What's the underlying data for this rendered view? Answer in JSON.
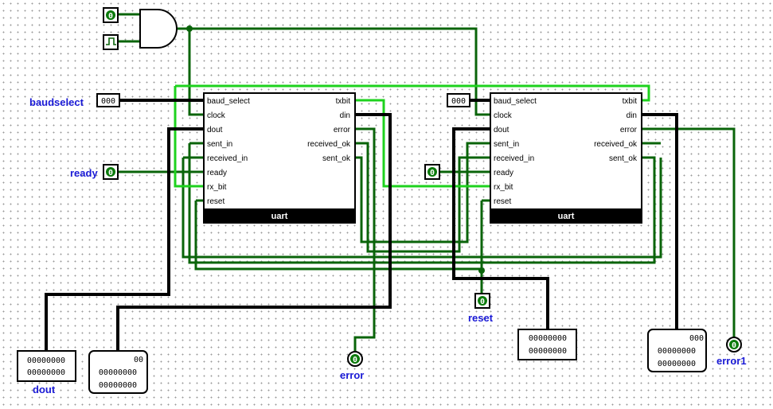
{
  "colors": {
    "wire_low": "#0a640a",
    "wire_high": "#1ed21e",
    "bus": "#000000",
    "label": "#1a1ad6",
    "pin_fill": "#0a7a0a"
  },
  "labels": {
    "baudselect": "baudselect",
    "ready": "ready",
    "reset": "reset",
    "error": "error",
    "error1": "error1",
    "dout": "dout"
  },
  "inputs": {
    "and_in_top": "0",
    "ready_left": "0",
    "ready_right": "0",
    "reset": "0",
    "baud_left": "000",
    "baud_right": "000"
  },
  "outputs": {
    "error": "0",
    "error1": "0",
    "dout_row1": "00000000",
    "dout_row2": "00000000",
    "din_left_row1": "00",
    "din_left_row2": "00000000",
    "din_left_row3": "00000000",
    "probe_mid_row1": "00000000",
    "probe_mid_row2": "00000000",
    "din_right_row1": "000",
    "din_right_row2": "00000000",
    "din_right_row3": "00000000"
  },
  "uart": {
    "title": "uart",
    "left_pins": [
      "baud_select",
      "clock",
      "dout",
      "sent_in",
      "received_in",
      "ready",
      "rx_bit",
      "reset"
    ],
    "right_pins": [
      "txbit",
      "din",
      "error",
      "received_ok",
      "sent_ok"
    ]
  }
}
